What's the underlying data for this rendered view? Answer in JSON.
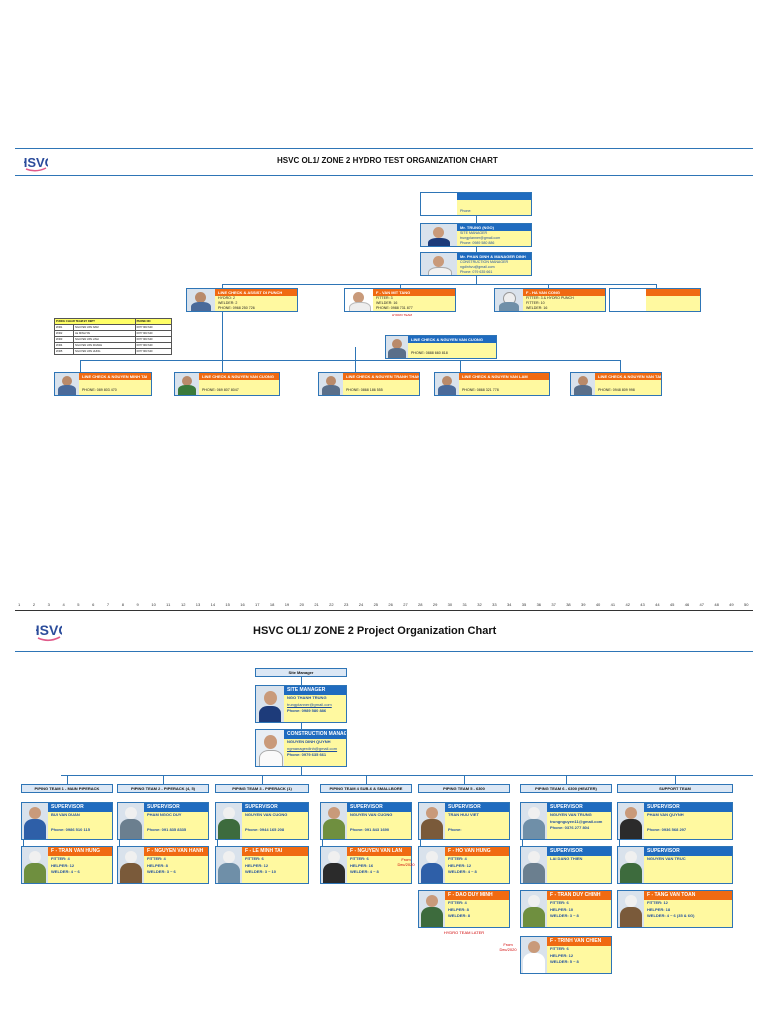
{
  "chart1": {
    "title": "HSVC OL1/ ZONE 2 HYDRO TEST ORGANIZATION CHART",
    "logo_text": "HSVC",
    "top_box": {
      "name": "",
      "line": "Phone:"
    },
    "manager1": {
      "header": "Mr. TRUNG (NGO)",
      "lines": [
        "SITE MANAGER",
        "trungplanner@gmail.com",
        "Phone: 0989 580 886"
      ]
    },
    "manager2": {
      "header": "Mr. PHAN DINH & MANAGER DINH",
      "lines": [
        "CONSTRUCTION MANAGER",
        "ngdinhvu@gmail.com",
        "Phone: 079 635 661"
      ]
    },
    "leads": [
      {
        "header": "LINE CHECK & ASSIST DI PUNCH",
        "lines": [
          "HYDRO: 2",
          "WELDER: 2",
          "PHONE: 0968 250 726"
        ]
      },
      {
        "header": "F - VAN MIT TANG",
        "lines": [
          "FITTER: 3",
          "WELDER: 16",
          "PHONE: 0988 731 877"
        ],
        "note": "HYDRO TEAM"
      },
      {
        "header": "F - HA VAN CONG",
        "lines": [
          "FITTER: 3 & HYDRO PUNCH",
          "FITTER: 10",
          "WELDER: 16"
        ]
      },
      {
        "header": "",
        "lines": []
      }
    ],
    "table": {
      "headers": [
        "PUNCH CLEAR TEAM BY DEPT",
        "PHONE NO"
      ],
      "rows": [
        [
          "ZN01",
          "NGUYEN VAN NAM",
          "0977 963 640"
        ],
        [
          "ZN02",
          "LE MINH TAI",
          "0977 963 640"
        ],
        [
          "ZN03",
          "NGUYEN VAN LINH",
          "0977 963 640"
        ],
        [
          "ZN04",
          "NGUYEN VAN DOANH",
          "0977 963 640"
        ],
        [
          "ZN05",
          "NGUYEN VAN HUNG",
          "0977 963 640"
        ]
      ]
    },
    "mid_box": {
      "header": "LINE CHECK & NGUYEN VAN CUONG",
      "line": "PHONE: 0888 660 818"
    },
    "line_checkers": [
      {
        "header": "LINE CHECK & NGUYEN MINH TAI",
        "line": "PHONE: 089 803 470"
      },
      {
        "header": "LINE CHECK & NGUYEN VAN CUONG",
        "line": "PHONE: 069 807 8047"
      },
      {
        "header": "LINE CHECK & NGUYEN TRANH THANG",
        "line": "PHONE: 0868 186 555"
      },
      {
        "header": "LINE CHECK & NGUYEN VAN LAM",
        "line": "PHONE: 0868 321 778"
      },
      {
        "header": "LINE CHECK & NGUYEN VAN TAI",
        "line": "PHONE: 0948 809 998"
      }
    ]
  },
  "ruler": [
    "1",
    "2",
    "3",
    "4",
    "5",
    "6",
    "7",
    "8",
    "9",
    "10",
    "11",
    "12",
    "13",
    "14",
    "15",
    "16",
    "17",
    "18",
    "19",
    "20",
    "21",
    "22",
    "23",
    "24",
    "25",
    "26",
    "27",
    "28",
    "29",
    "30",
    "31",
    "32",
    "33",
    "34",
    "35",
    "36",
    "37",
    "38",
    "39",
    "40",
    "41",
    "42",
    "43",
    "44",
    "45",
    "46",
    "47",
    "48",
    "49",
    "50"
  ],
  "chart2": {
    "title": "HSVC OL1/ ZONE 2 Project  Organization Chart",
    "logo_text": "HSVC",
    "site_manager_label": "Site Manager",
    "site_manager": {
      "header": "SITE MANAGER",
      "lines": [
        "NGO THANH TRUNG",
        "trungplanner@gmail.com",
        "Phone: 0989 580 886"
      ]
    },
    "construction_manager": {
      "header": "CONSTRUCTION MANAGER",
      "lines": [
        "NGUYEN DINH QUYNH",
        "ngmanagerdinh@gmail.com",
        "Phone: 0979 635 661"
      ]
    },
    "teams": [
      {
        "label": "PIPING TEAM 1 - MAIN PIPERACK",
        "sup_name": "BUI VAN DUAN",
        "sup_phone": "Phone:  0986 510 115",
        "fore_header": "F - TRAN VAN HUNG",
        "fore_lines": [
          "FITTER: 4",
          "HELPER: 12",
          "WELDER: 4 ~ 6"
        ]
      },
      {
        "label": "PIPING TEAM 2 - PIPERACK (4, 5)",
        "sup_name": "PHAM NGOC DUY",
        "sup_phone": "Phone: 091 835 8335",
        "fore_header": "F - NGUYEN VAN HANH",
        "fore_lines": [
          "FITTER: 4",
          "HELPER: 8",
          "WELDER: 3 ~ 6"
        ]
      },
      {
        "label": "PIPING TEAM 3 - PIPERACK (1)",
        "sup_name": "NGUYEN VAN CUONG",
        "sup_phone": "Phone: 0944 165 208",
        "fore_header": "F - LE MINH TAI",
        "fore_lines": [
          "FITTER: 6",
          "HELPER: 12",
          "WELDER: 3 ~ 10"
        ]
      },
      {
        "label": "PIPING TEAM 4 SUB-6 & SMALLBORE",
        "sup_name": "NGUYEN VAN CUONG",
        "sup_phone": "Phone: 091 843 1690",
        "fore_header": "F - NGUYEN VAN LAN",
        "fore_lines": [
          "FITTER: 6",
          "HELPER: 16",
          "WELDER: 4 ~ 8"
        ]
      },
      {
        "label": "PIPING TEAM 5 - 6300",
        "sup_name": "TRAN HUU VIET",
        "sup_phone": "Phone:",
        "fore_header": "F - HO VAN HUNG",
        "fore_lines": [
          "FITTER: 4",
          "HELPER: 12",
          "WELDER: 4 ~ 8"
        ],
        "from_note": "From Dec/2020",
        "extra_header": "F - DAO DUY MINH",
        "extra_lines": [
          "FITTER: 4",
          "HELPER: 8",
          "WELDER: 8"
        ],
        "extra_note": "HYDRO TEAM LATER"
      },
      {
        "label": "PIPING TEAM 6 - 6300 (HEATER)",
        "sup_name": "NGUYEN VAN TRUNG",
        "sup_email": "trungnguyen11@gmail.com",
        "sup_phone": "Phone: 0376 277 804",
        "fore_header": "SUPERVISOR",
        "fore_lines": [
          "LAI DANG THIEN"
        ],
        "extra_header": "F - TRAN DUY CHINH",
        "extra_lines": [
          "FITTER: 6",
          "HELPER: 10",
          "WELDER: 3 ~ 8"
        ],
        "extra2_header": "F - TRINH VAN CHIEN",
        "extra2_lines": [
          "FITTER: 6",
          "HELPER: 12",
          "WELDER: 5 ~ 8"
        ],
        "from_note": "From Dec/2020"
      },
      {
        "label": "SUPPORT TEAM",
        "sup_name": "PHAM VAN QUYNH",
        "sup_phone": "Phone: 0936 568 297",
        "fore_header": "SUPERVISOR",
        "fore_lines": [
          "NGUYEN VAN TRUC"
        ],
        "extra_header": "F - TANG VAN TOAN",
        "extra_lines": [
          "FITTER: 12",
          "HELPER: 18",
          "WELDER: 4 ~ 6 (35 & 6G)"
        ]
      }
    ],
    "supervisor_label": "SUPERVISOR"
  }
}
